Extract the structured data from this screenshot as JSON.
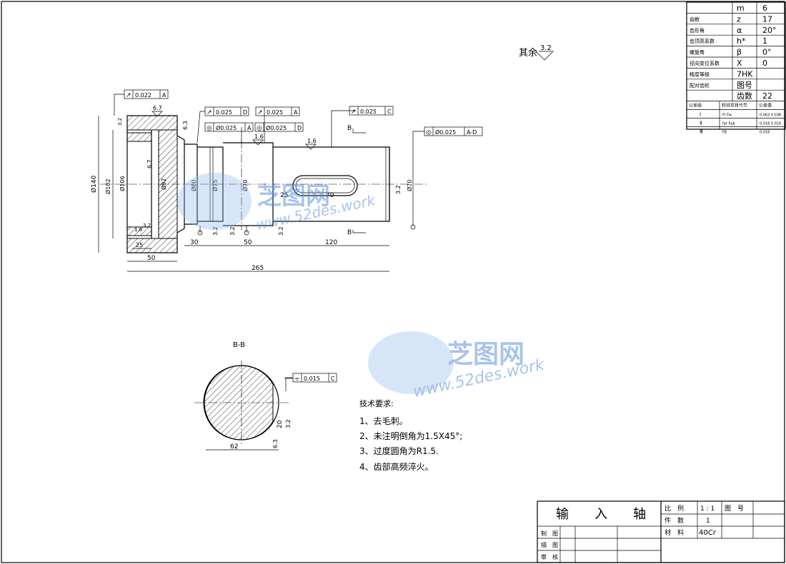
{
  "border": {},
  "note_rest": {
    "label": "其余",
    "roughness": "3.2"
  },
  "gear_table": {
    "rows": [
      {
        "label": "",
        "sym": "m",
        "val": "6"
      },
      {
        "label": "齿数",
        "sym": "z",
        "val": "17"
      },
      {
        "label": "齿形角",
        "sym": "α",
        "val": "20°"
      },
      {
        "label": "齿顶高系数",
        "sym": "h*",
        "val": "1"
      },
      {
        "label": "螺旋角",
        "sym": "β",
        "val": "0°"
      },
      {
        "label": "径向变位系数",
        "sym": "X",
        "val": "0"
      },
      {
        "label": "精度等级",
        "sym": "7HK",
        "val": ""
      },
      {
        "label": "配对齿轮",
        "sym": "图号",
        "val": ""
      },
      {
        "label": "",
        "sym": "齿数",
        "val": "22"
      }
    ],
    "tol_header": [
      "公差组",
      "检验项目代号",
      "公差值"
    ],
    "tol_rows": [
      {
        "grp": "Ⅰ",
        "code": "Fr\nFw",
        "val": "0.063\n0.036"
      },
      {
        "grp": "Ⅱ",
        "code": "fpt\nFpb",
        "val": "0.018\n0.016"
      },
      {
        "grp": "Ⅲ",
        "code": "Fβ",
        "val": "0.016"
      }
    ]
  },
  "dims": {
    "d_140": "Ø140",
    "d_102": "Ø102",
    "d_106": "Ø106",
    "d_92": "Ø92",
    "d_80": "Ø80",
    "d_75": "Ø75",
    "d_70": "Ø70",
    "d_70b": "Ø70",
    "l_30": "30",
    "l_50": "50",
    "l_120": "120",
    "l_25a": "25",
    "l_50b": "50",
    "l_265": "265",
    "l_25k": "25",
    "l_70k": "70",
    "r_67": "6.7",
    "r_67b": "6.7",
    "r_32a": "3.2",
    "r_32b": "3.2",
    "r_16": "1.6",
    "r_16b": "1.6",
    "r_16c": "1.6",
    "r_32c": "3.2",
    "r_32d": "3.2",
    "r_32e": "3.2",
    "r_32f": "3.2",
    "r_63": "6.3",
    "r_63b": "6.3"
  },
  "gdt": {
    "f1": {
      "sym": "↗",
      "val": "0.022",
      "ref": "A"
    },
    "f2": {
      "sym": "↗",
      "val": "0.025",
      "ref": "D"
    },
    "f3": {
      "sym": "↗",
      "val": "0.025",
      "ref": "A"
    },
    "f4": {
      "sym": "◎",
      "val": "Ø0.025",
      "ref": "A"
    },
    "f5": {
      "sym": "◎",
      "val": "Ø0.025",
      "ref": "D"
    },
    "f6": {
      "sym": "↗",
      "val": "0.025",
      "ref": "C"
    },
    "f7": {
      "sym": "◎",
      "val": "Ø0.025",
      "ref": "A-D"
    },
    "f8": {
      "sym": "⌯",
      "val": "0.015",
      "ref": "C"
    }
  },
  "section": {
    "title": "B-B",
    "dim_62": "62",
    "dim_20": "20",
    "mark_b": "B"
  },
  "tech": {
    "title": "技术要求:",
    "items": [
      "1、去毛刺。",
      "2、未注明倒角为1.5X45°;",
      "3、过度圆角为R1.5.",
      "4、齿部高频淬火。"
    ]
  },
  "title_block": {
    "name": "输　　入　　轴",
    "scale_label": "比　例",
    "scale_val": "1 : 1",
    "drawing_no_label": "图　号",
    "qty_label": "件　数",
    "qty_val": "1",
    "material_label": "材　料",
    "material_val": "40Cr",
    "drawn": "制　图",
    "check": "描　图",
    "review": "审　核"
  },
  "watermark": {
    "brand": "芝图网",
    "url": "www.52des.work"
  }
}
